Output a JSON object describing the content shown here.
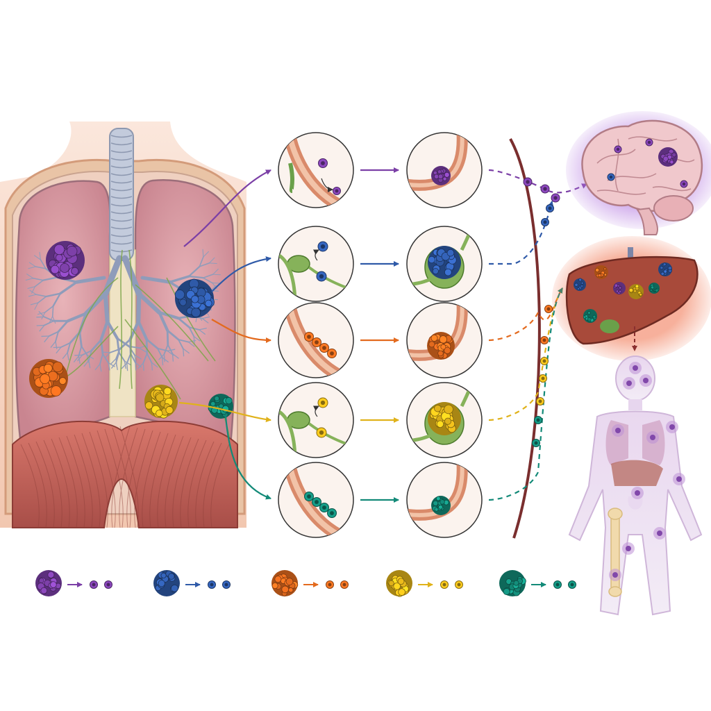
{
  "figure": {
    "background": "#ffffff"
  },
  "colors": {
    "purple": "#7b3fa6",
    "blue": "#2f5aa8",
    "orange": "#e36a1e",
    "yellow": "#e0b21a",
    "teal": "#138a78",
    "skin": "#f6d6c2",
    "lung": "#d99aa4",
    "diaphragm": "#c9665c",
    "vessel": "#8a3a3a",
    "bronchi": "#9aa9c6",
    "lymph": "#7ea64a"
  },
  "tumors": [
    {
      "id": "purple",
      "color_key": "purple",
      "icon": "purple-tumor-cluster"
    },
    {
      "id": "blue",
      "color_key": "blue",
      "icon": "blue-tumor-cluster"
    },
    {
      "id": "orange",
      "color_key": "orange",
      "icon": "orange-tumor-cluster"
    },
    {
      "id": "yellow",
      "color_key": "yellow",
      "icon": "yellow-tumor-cluster"
    },
    {
      "id": "teal",
      "color_key": "teal",
      "icon": "teal-tumor-cluster"
    }
  ],
  "steps": [
    {
      "id": "purple",
      "route": "blood-vessel",
      "destination": "brain"
    },
    {
      "id": "blue",
      "route": "lymph-node",
      "destination": "brain"
    },
    {
      "id": "orange",
      "route": "blood-vessel",
      "destination": "liver"
    },
    {
      "id": "yellow",
      "route": "lymph-node",
      "destination": "liver"
    },
    {
      "id": "teal",
      "route": "blood-vessel",
      "destination": "liver"
    }
  ],
  "organs": {
    "brain": {
      "icon": "brain-icon",
      "glow": "#9b59d0"
    },
    "liver": {
      "icon": "liver-icon",
      "glow": "#e8603c"
    },
    "body": {
      "icon": "human-body-icon"
    }
  },
  "legend": [
    {
      "id": "purple",
      "icon": "purple-legend-cluster"
    },
    {
      "id": "blue",
      "icon": "blue-legend-cluster"
    },
    {
      "id": "orange",
      "icon": "orange-legend-cluster"
    },
    {
      "id": "yellow",
      "icon": "yellow-legend-cluster"
    },
    {
      "id": "teal",
      "icon": "teal-legend-cluster"
    }
  ]
}
